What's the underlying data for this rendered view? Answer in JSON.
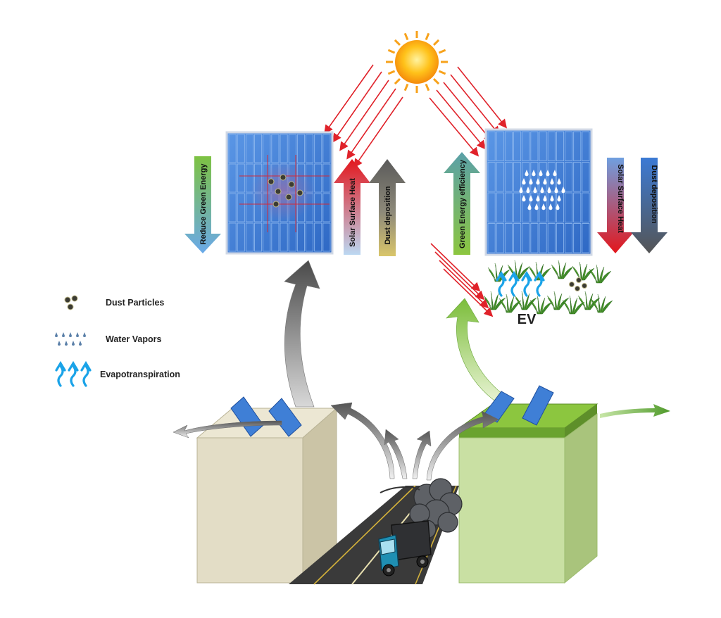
{
  "legend": {
    "dust_particles": "Dust Particles",
    "water_vapors": "Water Vapors",
    "evapotranspiration": "Evapotranspiration"
  },
  "left_panel": {
    "reduce_green_energy": "Reduce Green Energy",
    "solar_surface_heat": "Solar Surface Heat",
    "dust_deposition": "Dust deposition"
  },
  "right_panel": {
    "green_energy_efficiency": "Green Energy efficiency",
    "solar_surface_heat": "Solar Surface Heat",
    "dust_deposition": "Dust deposition",
    "ev_label": "EV"
  },
  "colors": {
    "panel_blue": "#3f7fd6",
    "heat_red": "#e0222a",
    "green_roof": "#8cc63f",
    "plain_roof": "#e3ddc6",
    "sun": "#f7a21b"
  }
}
